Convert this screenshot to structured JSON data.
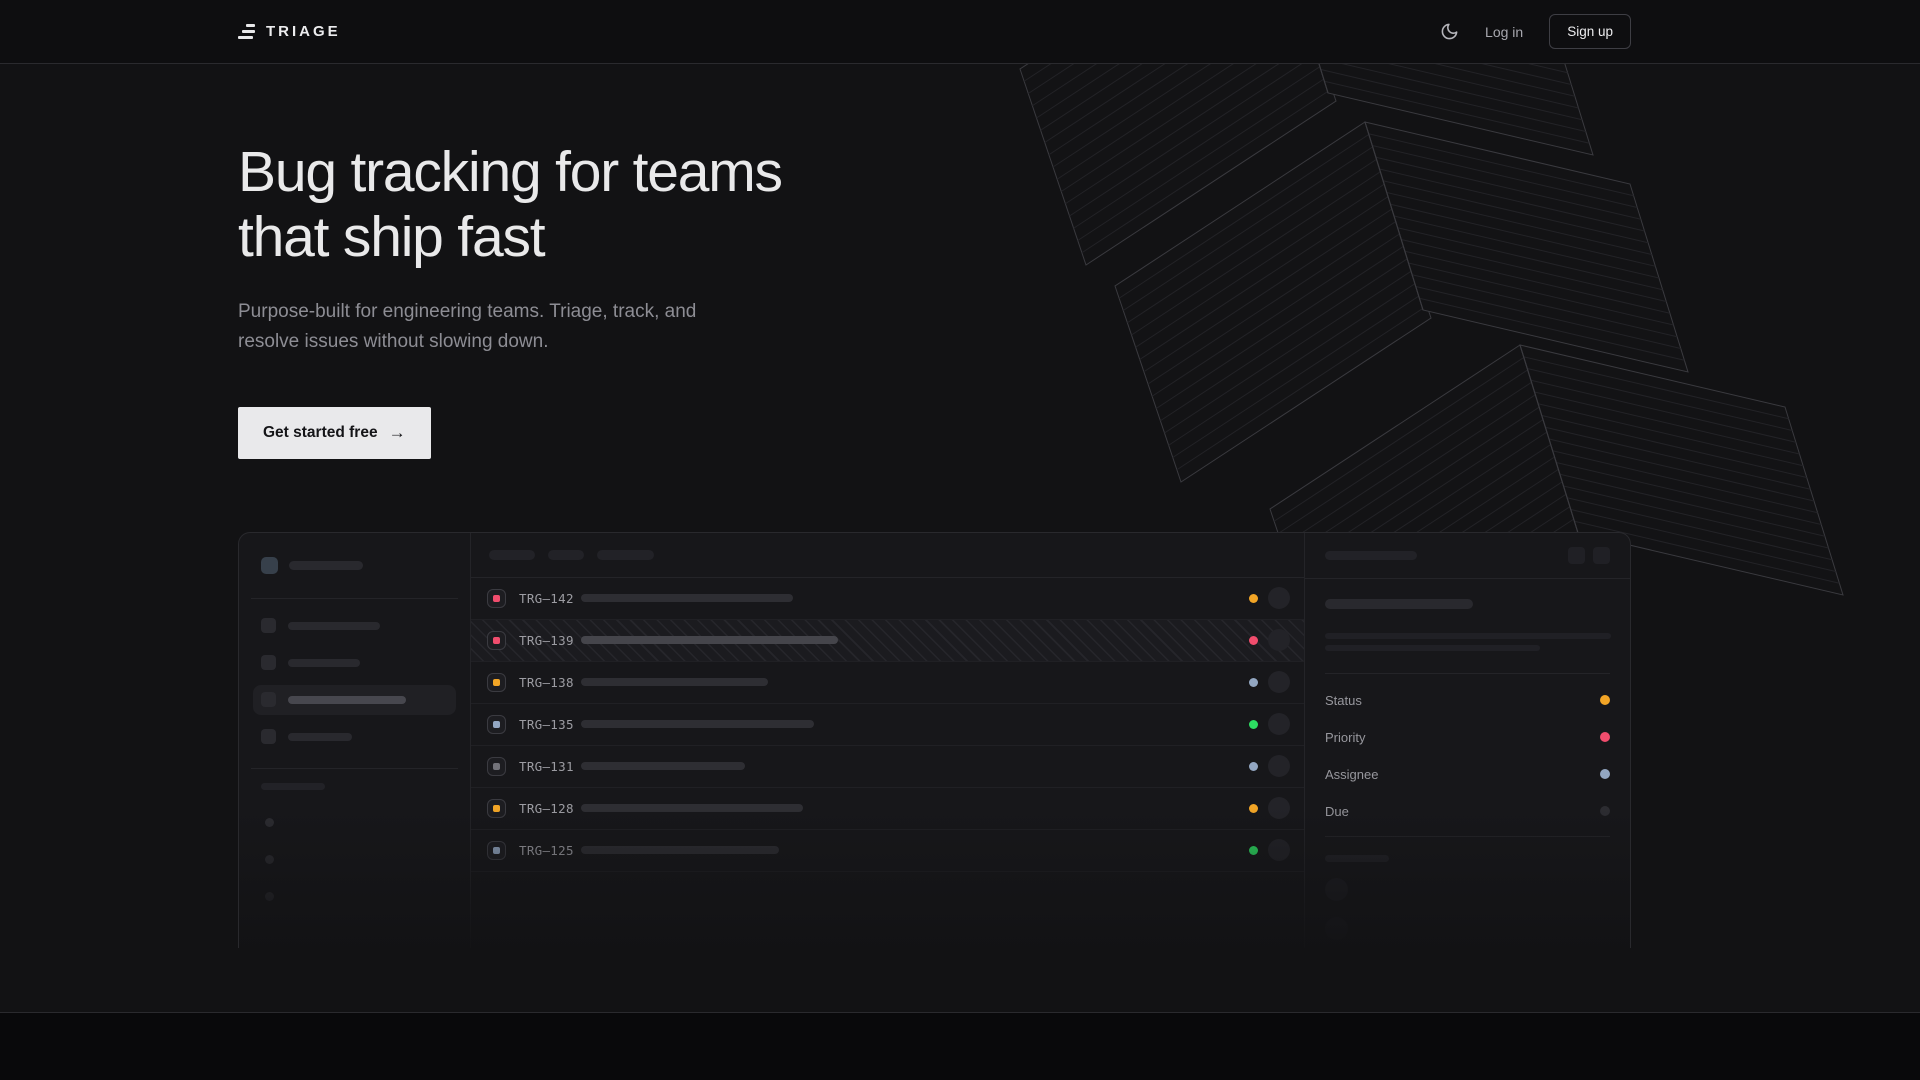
{
  "nav": {
    "brand": "TRIAGE",
    "theme_toggle": "moon-icon",
    "login_label": "Log in",
    "signup_label": "Sign up"
  },
  "hero": {
    "title_line1": "Bug tracking for teams",
    "title_line2": "that ship fast",
    "subtitle_line1": "Purpose-built for engineering teams. Triage, track, and",
    "subtitle_line2": "resolve issues without slowing down.",
    "cta_label": "Get started free",
    "cta_arrow": "→"
  },
  "mockup": {
    "issues": [
      {
        "id": "TRG–142",
        "icon_color": "#f14d6d",
        "title_bar_width": 212,
        "status_color": "#f2a526",
        "hatched": false
      },
      {
        "id": "TRG–139",
        "icon_color": "#f14d6d",
        "title_bar_width": 257,
        "status_color": "#f14d6d",
        "hatched": true
      },
      {
        "id": "TRG–138",
        "icon_color": "#f2a526",
        "title_bar_width": 187,
        "status_color": "#93a7c2",
        "hatched": false
      },
      {
        "id": "TRG–135",
        "icon_color": "#93a7c2",
        "title_bar_width": 233,
        "status_color": "#2dde62",
        "hatched": false
      },
      {
        "id": "TRG–131",
        "icon_color": "#73737a",
        "title_bar_width": 164,
        "status_color": "#93a7c2",
        "hatched": false
      },
      {
        "id": "TRG–128",
        "icon_color": "#f2a526",
        "title_bar_width": 222,
        "status_color": "#f2a526",
        "hatched": false
      },
      {
        "id": "TRG–125",
        "icon_color": "#93a7c2",
        "title_bar_width": 198,
        "status_color": "#2dde62",
        "hatched": false
      }
    ],
    "detail_fields": [
      {
        "label": "Status",
        "dot_color": "#f2a526"
      },
      {
        "label": "Priority",
        "dot_color": "#f14d6d"
      },
      {
        "label": "Assignee",
        "dot_color": "#93a7c2"
      },
      {
        "label": "Due",
        "dot_color": "#2c2c31"
      }
    ]
  },
  "colors": {
    "status_yellow": "#f2a526",
    "priority_pink": "#f14d6d",
    "assignee_blue_gray": "#93a7c2",
    "done_green": "#2dde62",
    "page_bg": "#121214",
    "cta_bg": "#e9e9eb"
  }
}
